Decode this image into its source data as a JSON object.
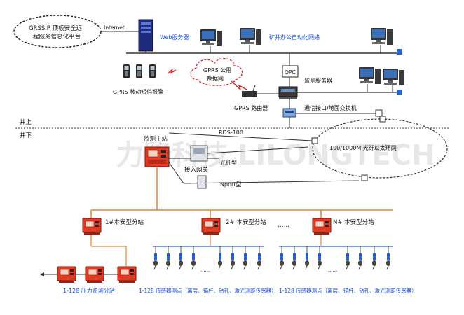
{
  "platform": "GRSSIP 顶板安全远程服务信息化平台",
  "platform_line1": "GRSSIP 顶板安全远",
  "platform_line2": "程服务信息化平台",
  "internet": "Internet",
  "web_server": "Web服务器",
  "office_network": "矿井办公自动化网络",
  "opc": "OPC",
  "monitor_server": "监测服务器",
  "gprs_network_line1": "GPRS 公用",
  "gprs_network_line2": "数据网",
  "gprs_sms_alarm": "GPRS 移动短信报警",
  "gprs_router": "GPRS 路由器",
  "comm_interface": "通信接口/地面交换机",
  "above_ground": "井上",
  "underground": "井下",
  "monitor_host": "监测主站",
  "rds": "RDS-100",
  "ring_network": "100/1000M 光纤以太环网",
  "access_gateway": "接入网关",
  "fiber_type": "光纤型",
  "nport_type": "Nport型",
  "substation_1": "1#本安型分站",
  "substation_2": "2# 本安型分站",
  "substation_n": "N# 本安型分站",
  "dots": "......",
  "pressure_caption": "1-128 压力监测分站",
  "sensor_caption": "1-128 传感器测点（离层、锚杆、钻孔、激光测距传感器）",
  "watermark": "力隆科技 LILONGTECH",
  "colors": {
    "blue_text": "#1a4fd8",
    "red_device": "#e23a22",
    "line": "#333333"
  }
}
